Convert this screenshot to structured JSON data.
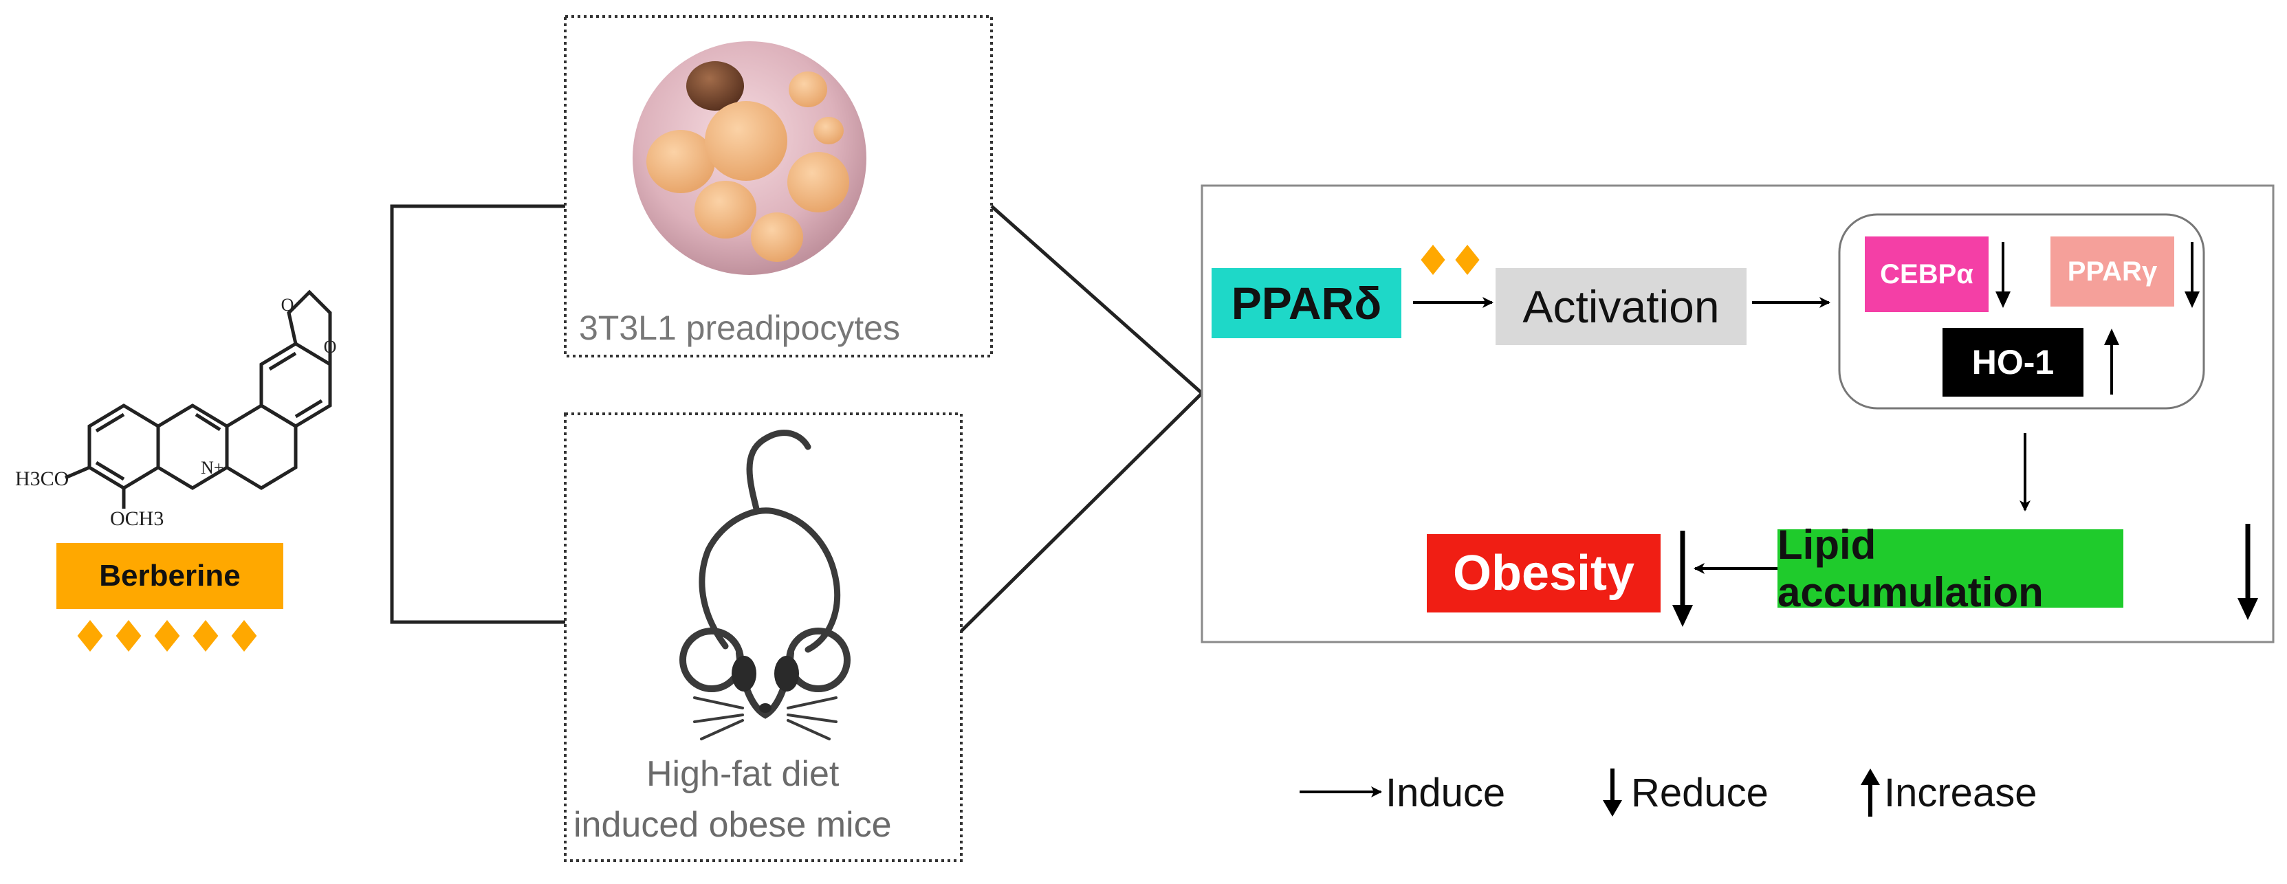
{
  "compound": {
    "name": "Berberine",
    "substituent_1": "H3CO",
    "substituent_2": "OCH3",
    "charge_label": "N+",
    "diamond_count": 5,
    "colors": {
      "label_bg": "#FFA800",
      "diamond": "#FFA800"
    }
  },
  "models": {
    "cell_label": "3T3L1 preadipocytes",
    "mouse_label_line1": "High-fat diet",
    "mouse_label_line2": "induced obese mice",
    "cell_icon": "adipocyte-cell-icon",
    "mouse_icon": "mouse-icon"
  },
  "mechanism": {
    "ppar_delta": "PPARδ",
    "activation": "Activation",
    "cebpa": "CEBPα",
    "ppar_gamma": "PPARγ",
    "ho1": "HO-1",
    "lipid": "Lipid accumulation",
    "obesity": "Obesity",
    "activation_diamond_count": 2,
    "colors": {
      "ppar_delta_bg": "#1ED8C8",
      "activation_bg": "#D9D9D9",
      "cebpa_bg": "#F43FA6",
      "ppar_gamma_bg": "#F5A09A",
      "ho1_bg": "#000000",
      "lipid_bg": "#1FCB2C",
      "obesity_bg": "#F01E14"
    }
  },
  "legend": {
    "induce": "Induce",
    "reduce": "Reduce",
    "increase": "Increase"
  }
}
